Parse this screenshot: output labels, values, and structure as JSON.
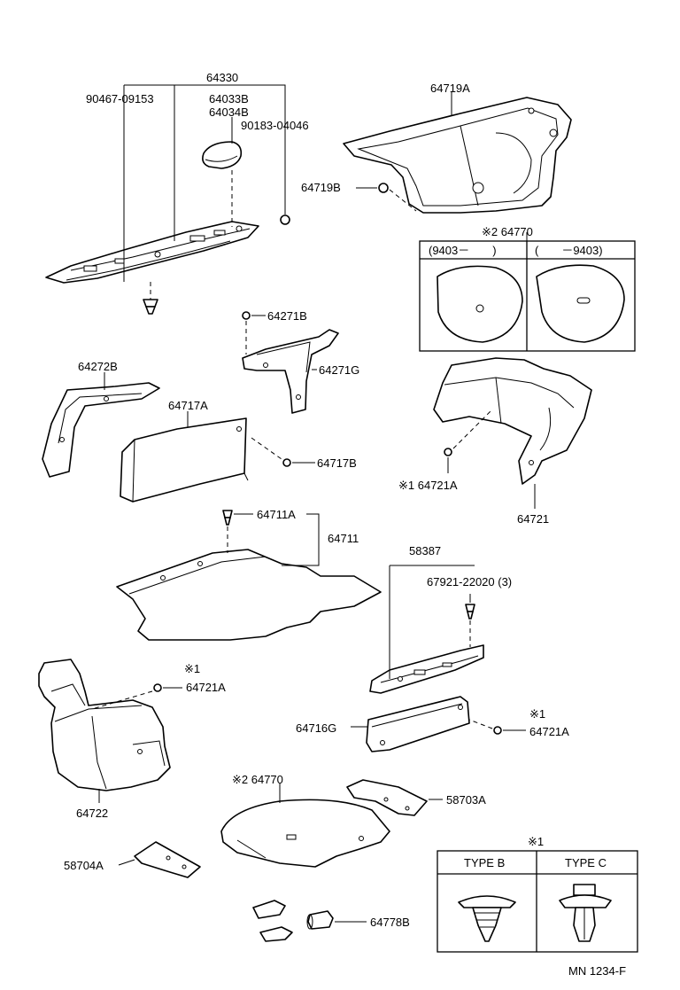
{
  "labels": {
    "p64330": "64330",
    "p90467": "90467-09153",
    "p64033b": "64033B",
    "p64034b": "64034B",
    "p90183": "90183-04046",
    "p64719a": "64719A",
    "p64719b": "64719B",
    "p64770_top": "※2 64770",
    "range_left": "(9403－　　)",
    "range_right": "(　　－9403)",
    "p64271b": "64271B",
    "p64271g": "64271G",
    "p64272b": "64272B",
    "p64717a": "64717A",
    "p64717b": "64717B",
    "p64721a_right": "※1 64721A",
    "p64721": "64721",
    "p64711a": "64711A",
    "p64711": "64711",
    "p58387": "58387",
    "p67921": "67921-22020 (3)",
    "note1_mid": "※1",
    "p64721a_mid": "64721A",
    "p64722": "64722",
    "p64716g": "64716G",
    "note1_low": "※1",
    "p64721a_low": "64721A",
    "p64770_bottom": "※2 64770",
    "p58703a": "58703A",
    "p58704a": "58704A",
    "p64778b": "64778B",
    "legend_title": "※1",
    "type_b": "TYPE B",
    "type_c": "TYPE C",
    "footer": "MN 1234-F"
  }
}
